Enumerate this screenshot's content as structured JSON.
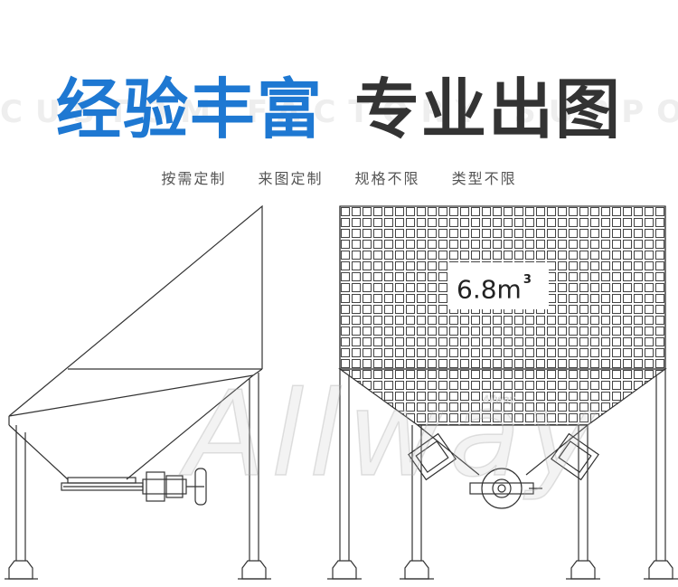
{
  "background_text": "CUSTOM FACTORY SUPPORT",
  "headline": {
    "blue": "经验丰富",
    "dark": "专业出图"
  },
  "tags": [
    "按需定制",
    "来图定制",
    "规格不限",
    "类型不限"
  ],
  "drawing": {
    "volume_value": "6.8m",
    "volume_unit_sup": "3",
    "watermark": "Allway",
    "small_watermark": "Allway"
  },
  "colors": {
    "blue": "#1e78d2",
    "dark": "#333333",
    "line": "#333333"
  }
}
